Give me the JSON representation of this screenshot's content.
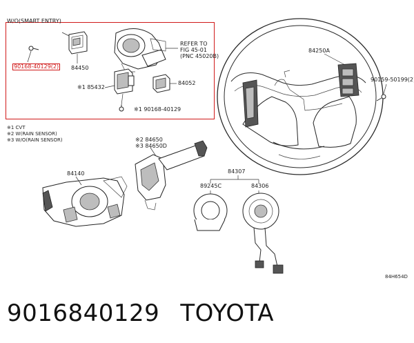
{
  "inset": {
    "title": "W/O(SMART ENTRY)",
    "refer_lines": [
      "REFER TO",
      "FIG 45-01",
      "(PNC 45020B)"
    ],
    "parts": {
      "p90168_hl": "90168-40129(2)",
      "p84450": "84450",
      "p85432": "※1 85432",
      "p84052": "84052",
      "p90168b": "※1 90168-40129"
    }
  },
  "notes": [
    "※1 CVT",
    "※2 W(RAIN SENSOR)",
    "※3 W/O(RAIN SENSOR)"
  ],
  "parts": {
    "p84250A": "84250A",
    "p90159": "90159-50199(2)",
    "p84650": "※2 84650",
    "p84650D": "※3 84650D",
    "p84140": "84140",
    "p84307": "84307",
    "p89245C": "89245C",
    "p84306": "84306"
  },
  "figure_code": "84H654D",
  "footer": {
    "part_number": "9016840129",
    "brand": "TOYOTA"
  }
}
